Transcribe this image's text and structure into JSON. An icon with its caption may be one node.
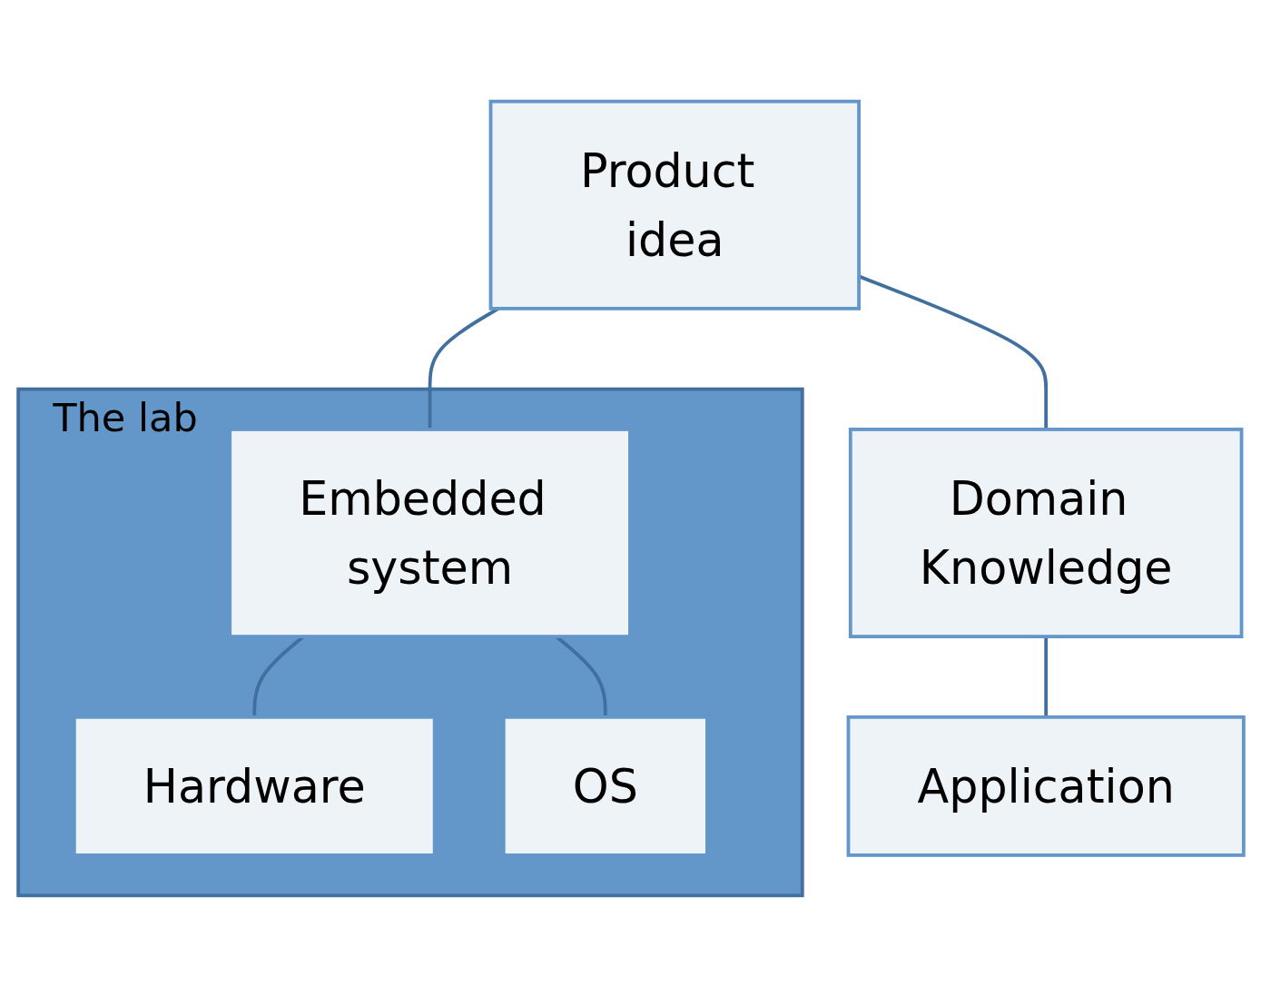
{
  "diagram": {
    "nodes": [
      {
        "text": [
          "The lab"
        ]
      },
      {
        "text": [
          "Product idea"
        ]
      },
      {
        "text": [
          "Embedded system"
        ],
        "in": 0
      },
      {
        "text": [
          "Domain Knowledge"
        ]
      },
      {
        "text": [
          "Hardware"
        ],
        "in": 0
      },
      {
        "text": [
          "OS"
        ],
        "in": 0
      },
      {
        "text": [
          "Application"
        ]
      }
    ],
    "edges": [
      {
        "from": 1,
        "to": 2,
        "arrow": "none"
      },
      {
        "from": 1,
        "to": 3,
        "arrow": "none"
      },
      {
        "from": 2,
        "to": 4,
        "arrow": "none"
      },
      {
        "from": 2,
        "to": 5,
        "arrow": "none"
      },
      {
        "from": 3,
        "to": 6,
        "arrow": "none"
      }
    ]
  }
}
